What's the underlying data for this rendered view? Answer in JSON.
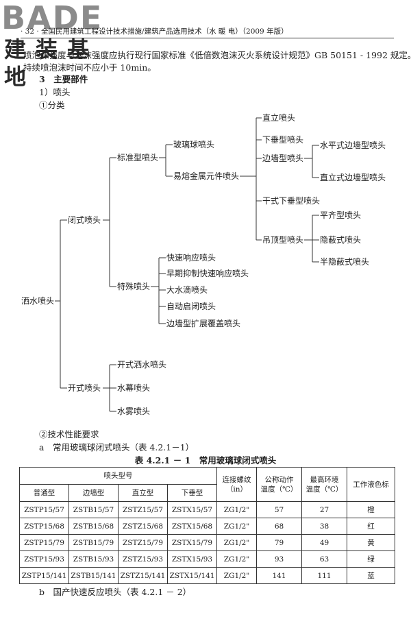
{
  "logo": {
    "brand": "BADE",
    "subtitle": "建装基地"
  },
  "header": {
    "text": "· 32 · 全国民用建筑工程设计技术措施/建筑产品选用技术（水 暖 电）（2009 年版）"
  },
  "intro": {
    "line1": "喷泡沫强度与泡沫强度应执行现行国家标准《低倍数泡沫灭火系统设计规范》GB 50151 - 1992 规定。",
    "line2": "持续喷泡沫时间不应小于 10min。"
  },
  "headings": {
    "section": "3　主要部件",
    "sub1": "1）喷头",
    "sub2": "①分类"
  },
  "tree": {
    "root": "洒水喷头",
    "closed": "闭式喷头",
    "open": "开式喷头",
    "standard": "标准型喷头",
    "special": "特殊喷头",
    "glass_bulb": "玻璃球喷头",
    "fusible": "易熔金属元件喷头",
    "upright": "直立喷头",
    "pendent": "下垂型喷头",
    "sidewall": "边墙型喷头",
    "dry_pendent": "干式下垂型喷头",
    "concealed_ceiling": "吊顶型喷头",
    "horizontal_sidewall": "水平式边墙型喷头",
    "upright_sidewall": "直立式边墙型喷头",
    "flush": "平齐型喷头",
    "concealed": "隐蔽式喷头",
    "semi_concealed": "半隐蔽式喷头",
    "quick_response": "快速响应喷头",
    "esfr": "早期抑制快速响应喷头",
    "large_drop": "大水滴喷头",
    "on_off": "自动启闭喷头",
    "extended_coverage": "边墙型扩展覆盖喷头",
    "open_sprinkler": "开式洒水喷头",
    "drencher": "水幕喷头",
    "water_mist": "水雾喷头"
  },
  "requirements": {
    "title": "②技术性能要求",
    "item_a": "a　常用玻璃球闭式喷头（表 4.2.1－1）",
    "item_b": "b　国产快速反应喷头（表 4.2.1 － 2）"
  },
  "table": {
    "caption": "表 4.2.1 － 1　常用玻璃球闭式喷头",
    "group_header": "喷头型号",
    "sub_headers": [
      "普通型",
      "边墙型",
      "直立型",
      "下垂型"
    ],
    "thread_header_l1": "连接螺纹",
    "thread_header_l2": "（in）",
    "temp_header_l1": "公称动作",
    "temp_header_l2": "温度（℃）",
    "ambient_header_l1": "最高环境",
    "ambient_header_l2": "温度（℃）",
    "color_header": "工作液色标",
    "rows": [
      [
        "ZSTP15/57",
        "ZSTB15/57",
        "ZSTZ15/57",
        "ZSTX15/57",
        "ZG1/2\"",
        "57",
        "27",
        "橙"
      ],
      [
        "ZSTP15/68",
        "ZSTB15/68",
        "ZSTZ15/68",
        "ZSTX15/68",
        "ZG1/2\"",
        "68",
        "38",
        "红"
      ],
      [
        "ZSTP15/79",
        "ZSTB15/79",
        "ZSTZ15/79",
        "ZSTX15/79",
        "ZG1/2\"",
        "79",
        "49",
        "黄"
      ],
      [
        "ZSTP15/93",
        "ZSTB15/93",
        "ZSTZ15/93",
        "ZSTX15/93",
        "ZG1/2\"",
        "93",
        "63",
        "绿"
      ],
      [
        "ZSTP15/141",
        "ZSTB15/141",
        "ZSTZ15/141",
        "ZSTX15/141",
        "ZG1/2\"",
        "141",
        "111",
        "蓝"
      ]
    ]
  }
}
